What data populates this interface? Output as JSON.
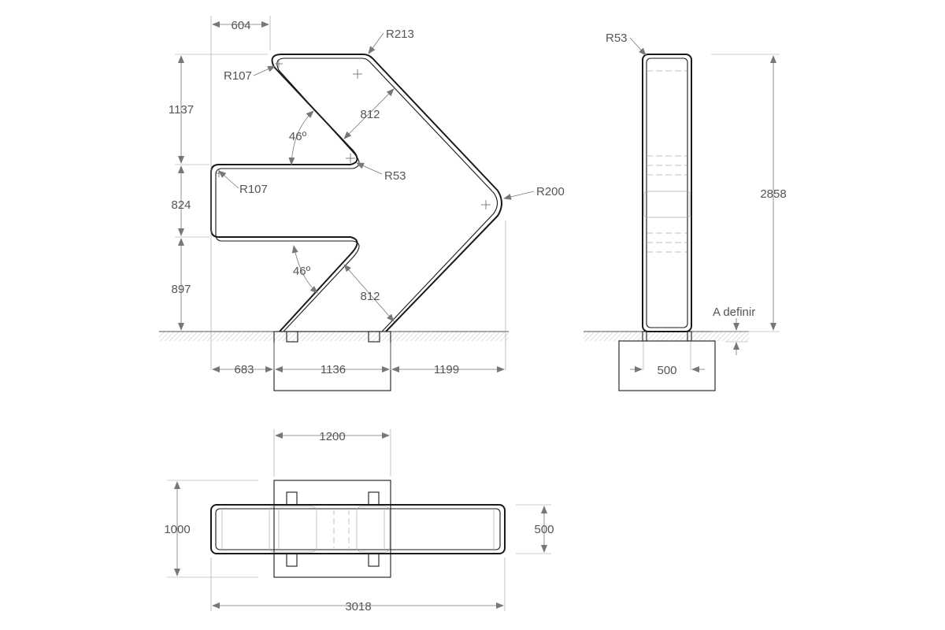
{
  "colors": {
    "line": "#1a1a1a",
    "dimension": "#777777",
    "text": "#555555",
    "background": "#ffffff"
  },
  "front_view": {
    "top_offset": "604",
    "height_upper": "1137",
    "height_middle": "824",
    "height_lower": "897",
    "base_left": "683",
    "base_width": "1136",
    "base_right": "1199",
    "thickness_upper": "812",
    "thickness_lower": "812",
    "angle_upper": "46º",
    "angle_lower": "46º",
    "radius_top": "R213",
    "radius_outer_left_top": "R107",
    "radius_inner_notch": "R53",
    "radius_outer_left_mid": "R107",
    "radius_tip": "R200"
  },
  "side_view": {
    "radius_top": "R53",
    "total_height": "2858",
    "embed_note": "A definir",
    "width": "500"
  },
  "top_view": {
    "base_length": "1200",
    "base_depth": "1000",
    "depth": "500",
    "total_length": "3018"
  }
}
